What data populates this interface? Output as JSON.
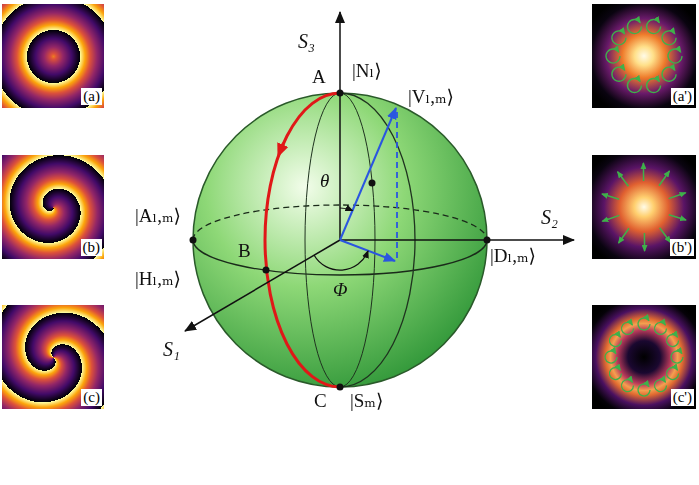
{
  "diagram": {
    "labels": [
      "S₃",
      "A",
      "|Nₗ⟩",
      "|Vₗ,ₘ⟩",
      "θ",
      "|Aₗ,ₘ⟩",
      "S₂",
      "|Dₗ,ₘ⟩",
      "B",
      "|Hₗ,ₘ⟩",
      "Φ",
      "S₁",
      "C",
      "|Sₘ⟩",
      "(a)",
      "(a')",
      "(b)",
      "(b')",
      "(c)",
      "(c')"
    ]
  }
}
